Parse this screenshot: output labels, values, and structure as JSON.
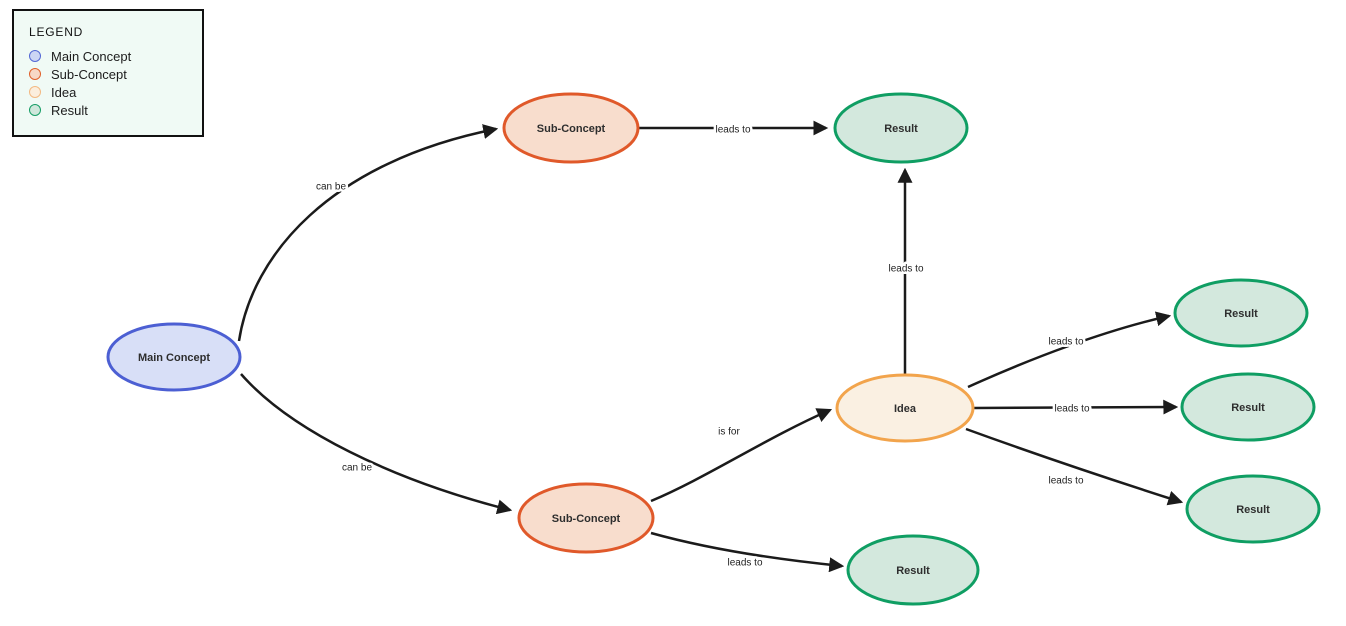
{
  "legend": {
    "title": "LEGEND",
    "items": [
      {
        "label": "Main Concept",
        "type": "main-concept",
        "fill": "#ccd6f4",
        "stroke": "#5468d4"
      },
      {
        "label": "Sub-Concept",
        "type": "sub-concept",
        "fill": "#f7d8c6",
        "stroke": "#e0602b"
      },
      {
        "label": "Idea",
        "type": "idea",
        "fill": "#fbeedd",
        "stroke": "#f3b982"
      },
      {
        "label": "Result",
        "type": "result",
        "fill": "#cfe7db",
        "stroke": "#179e66"
      }
    ]
  },
  "nodes": [
    {
      "id": "main-concept",
      "label": "Main Concept",
      "type": "main-concept"
    },
    {
      "id": "sub-concept-top",
      "label": "Sub-Concept",
      "type": "sub-concept"
    },
    {
      "id": "result-top",
      "label": "Result",
      "type": "result"
    },
    {
      "id": "sub-concept-bottom",
      "label": "Sub-Concept",
      "type": "sub-concept"
    },
    {
      "id": "idea",
      "label": "Idea",
      "type": "idea"
    },
    {
      "id": "result-bottom",
      "label": "Result",
      "type": "result"
    },
    {
      "id": "result-right-top",
      "label": "Result",
      "type": "result"
    },
    {
      "id": "result-right-middle",
      "label": "Result",
      "type": "result"
    },
    {
      "id": "result-right-bottom",
      "label": "Result",
      "type": "result"
    }
  ],
  "edges": [
    {
      "from": "main-concept",
      "to": "sub-concept-top",
      "label": "can be"
    },
    {
      "from": "main-concept",
      "to": "sub-concept-bottom",
      "label": "can be"
    },
    {
      "from": "sub-concept-top",
      "to": "result-top",
      "label": "leads to"
    },
    {
      "from": "sub-concept-bottom",
      "to": "idea",
      "label": "is for"
    },
    {
      "from": "idea",
      "to": "result-top",
      "label": "leads to"
    },
    {
      "from": "sub-concept-bottom",
      "to": "result-bottom",
      "label": "leads to"
    },
    {
      "from": "idea",
      "to": "result-right-top",
      "label": "leads to"
    },
    {
      "from": "idea",
      "to": "result-right-middle",
      "label": "leads to"
    },
    {
      "from": "idea",
      "to": "result-right-bottom",
      "label": "leads to"
    }
  ],
  "colors": {
    "edge": "#1b1b1b",
    "node_text": "#2e2e2e",
    "main_concept": {
      "fill": "#d8dff7",
      "stroke": "#4c5fd3"
    },
    "sub_concept": {
      "fill": "#f8ddcd",
      "stroke": "#e0592a"
    },
    "idea": {
      "fill": "#faf0e2",
      "stroke": "#f2a44c"
    },
    "result": {
      "fill": "#d3e8dd",
      "stroke": "#0f9e63"
    },
    "legend_background": "#f0faf5",
    "legend_border": "#111111",
    "page_background": "#ffffff"
  }
}
